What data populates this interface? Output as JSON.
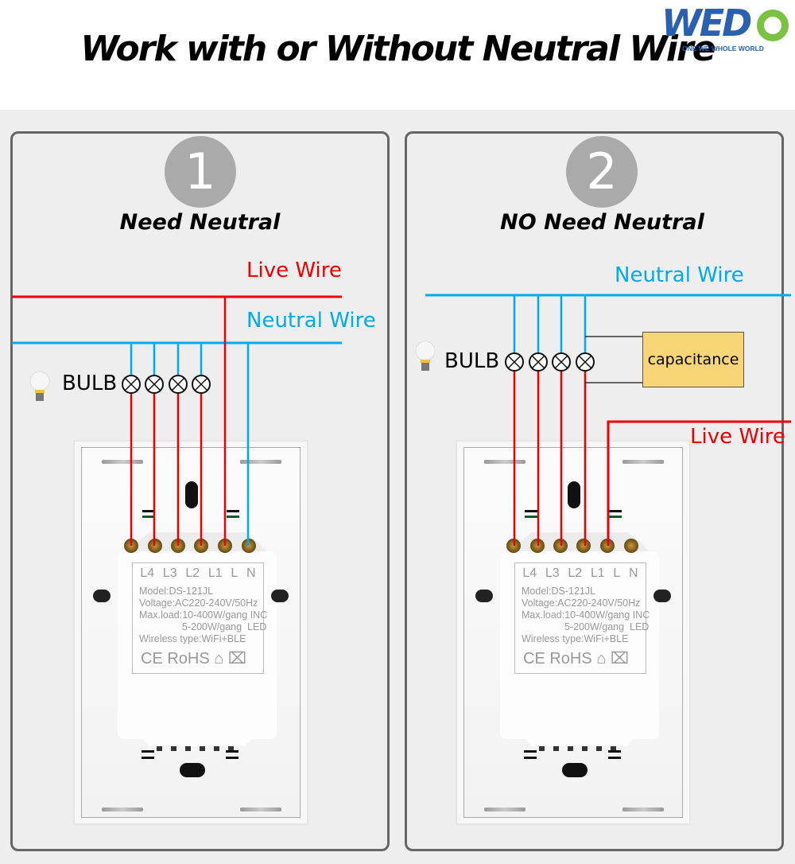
{
  "header": {
    "title": "Work with or Without Neutral Wire",
    "logo": {
      "brand": "WEDO",
      "brand_main": "WED",
      "tagline": "ONE WE WHOLE WORLD",
      "colors": {
        "blue": "#2b5fb0",
        "green": "#7cc242"
      }
    }
  },
  "colors": {
    "live": "#ee0000",
    "neutral": "#00aaee",
    "capacitor": "#f8d677",
    "circle": "#aaaaaa"
  },
  "panels": [
    {
      "number": "1",
      "title": "Need Neutral",
      "live_label": "Live Wire",
      "neutral_label": "Neutral Wire",
      "bulb_label": "BULB",
      "bulb_count": 4
    },
    {
      "number": "2",
      "title": "NO Need Neutral",
      "live_label": "Live Wire",
      "neutral_label": "Neutral Wire",
      "bulb_label": "BULB",
      "bulb_count": 4,
      "capacitor_label": "capacitance"
    }
  ],
  "switch_label": {
    "terminals": [
      "L4",
      "L3",
      "L2",
      "L1",
      "L",
      "N"
    ],
    "model": "Model:DS-121JL",
    "voltage": "Voltage:AC220-240V/50Hz",
    "maxload_1": "Max.load:10-400W/gang",
    "maxload_1_type": "INC",
    "maxload_2": "5-200W/gang",
    "maxload_2_type": "LED",
    "wireless": "Wireless type:WiFi+BLE",
    "certs": "CE RoHS",
    "icons": [
      "house-icon",
      "weee-bin-icon"
    ]
  }
}
